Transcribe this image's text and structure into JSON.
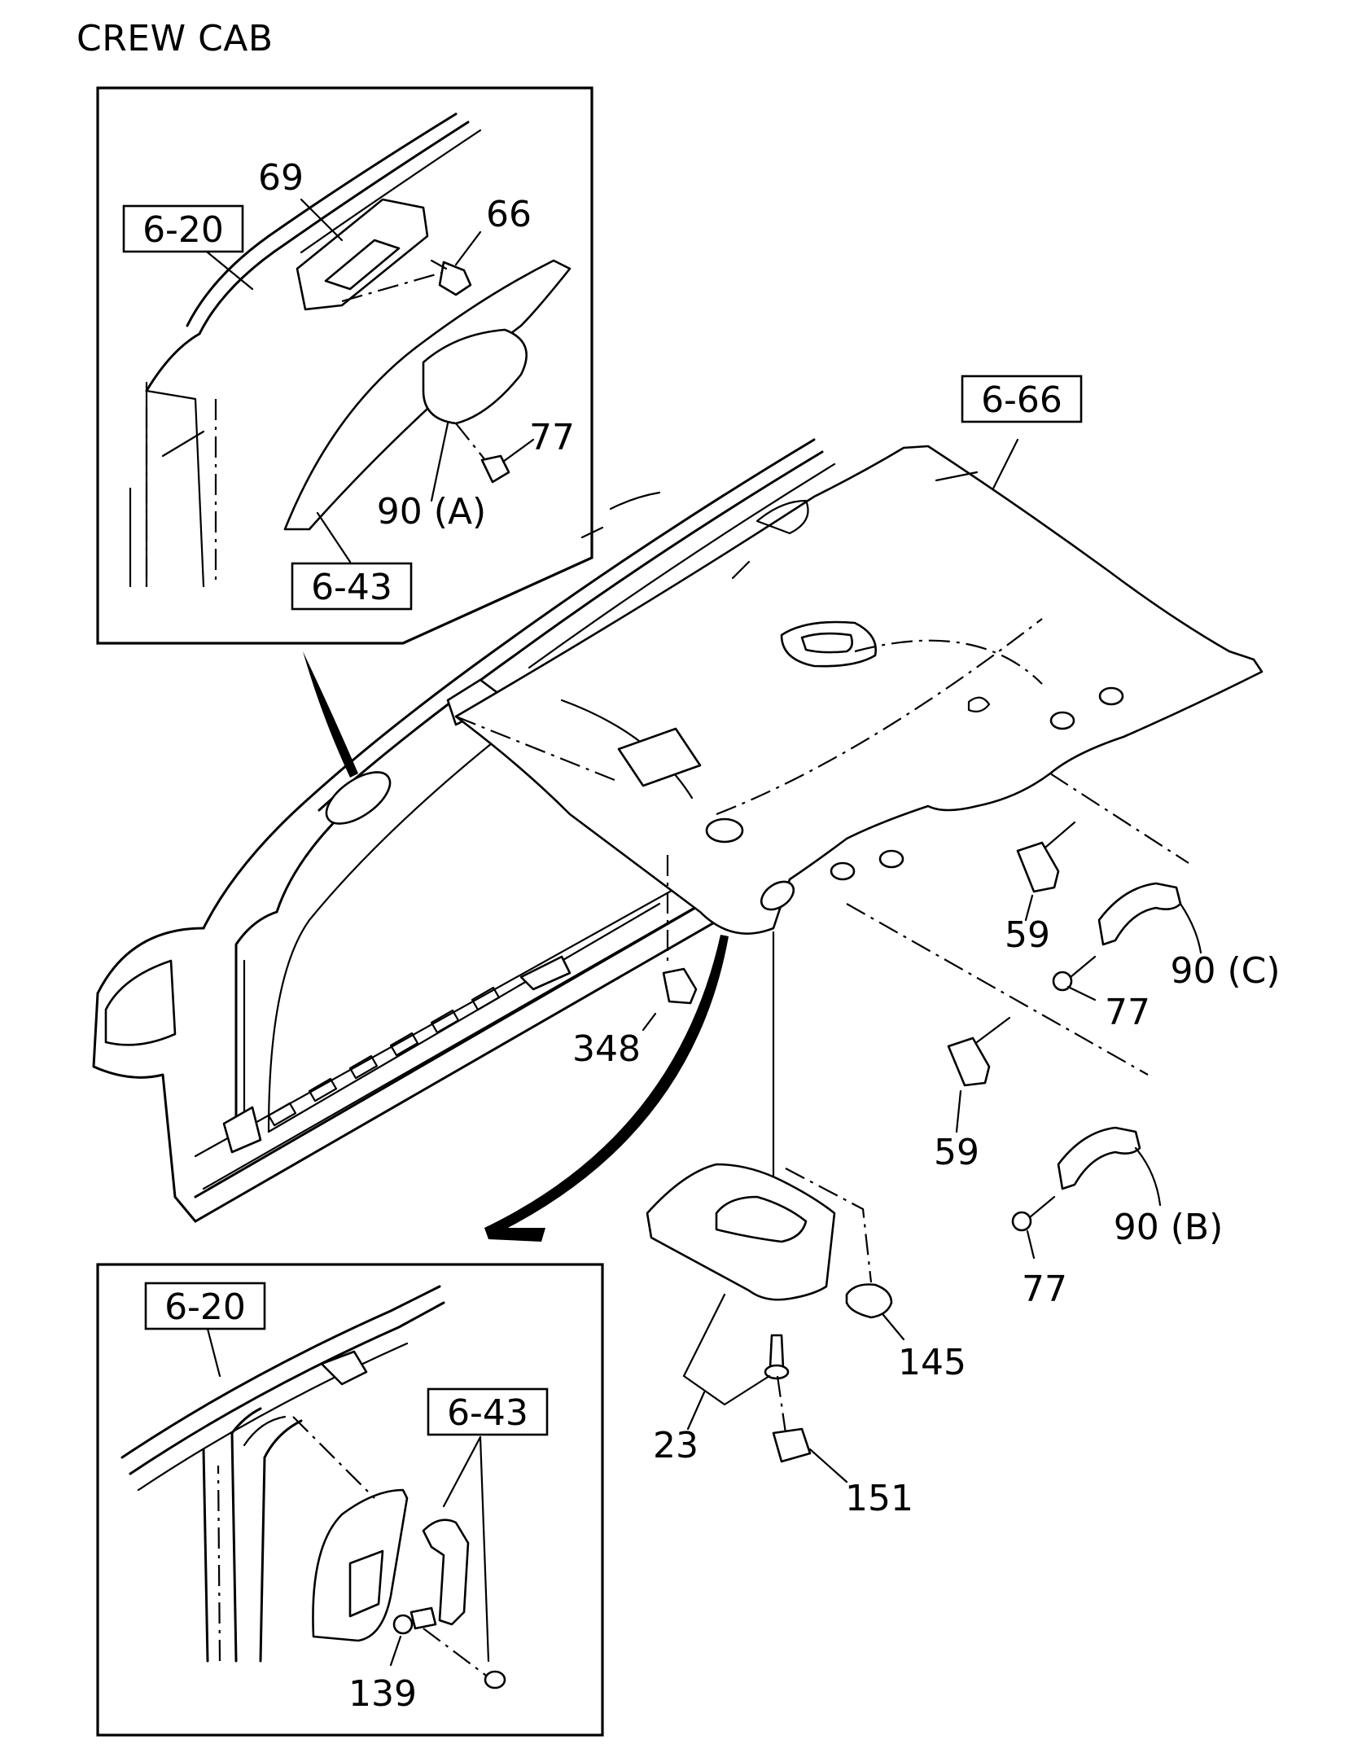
{
  "title": "CREW CAB",
  "ref_boxes": {
    "inset_top_620": "6-20",
    "inset_top_643": "6-43",
    "main_666": "6-66",
    "inset_bottom_620": "6-20",
    "inset_bottom_643": "6-43"
  },
  "callouts": {
    "inset_top_69": "69",
    "inset_top_66": "66",
    "inset_top_77": "77",
    "inset_top_90a": "90 (A)",
    "main_59_upper": "59",
    "main_90c": "90 (C)",
    "main_77_upper": "77",
    "main_348": "348",
    "main_59_lower": "59",
    "main_90b": "90 (B)",
    "main_77_lower": "77",
    "main_145": "145",
    "main_23": "23",
    "main_151": "151",
    "inset_bottom_139": "139"
  }
}
